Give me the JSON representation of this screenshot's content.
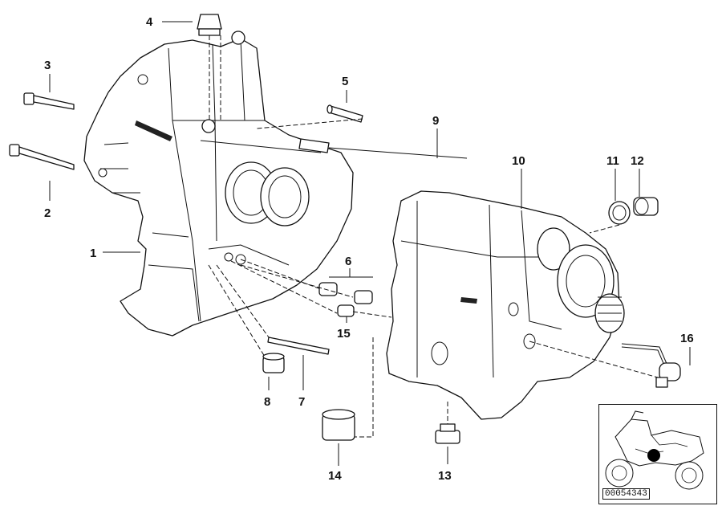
{
  "diagram": {
    "callouts": [
      {
        "id": "c1",
        "text": "1"
      },
      {
        "id": "c2",
        "text": "2"
      },
      {
        "id": "c3",
        "text": "3"
      },
      {
        "id": "c4",
        "text": "4"
      },
      {
        "id": "c5",
        "text": "5"
      },
      {
        "id": "c6",
        "text": "6"
      },
      {
        "id": "c7",
        "text": "7"
      },
      {
        "id": "c8",
        "text": "8"
      },
      {
        "id": "c9",
        "text": "9"
      },
      {
        "id": "c10",
        "text": "10"
      },
      {
        "id": "c11",
        "text": "11"
      },
      {
        "id": "c12",
        "text": "12"
      },
      {
        "id": "c13",
        "text": "13"
      },
      {
        "id": "c14",
        "text": "14"
      },
      {
        "id": "c15",
        "text": "15"
      },
      {
        "id": "c16",
        "text": "16"
      }
    ],
    "reference_code": "00054343"
  }
}
